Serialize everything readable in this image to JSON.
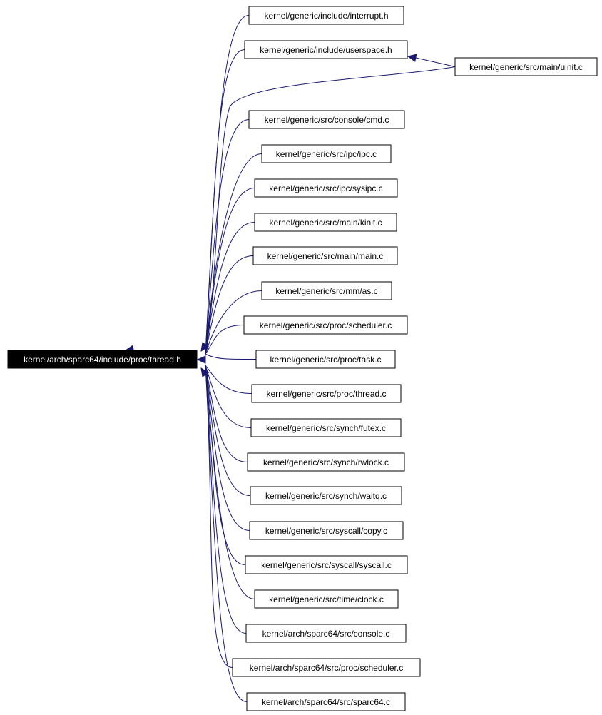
{
  "graph": {
    "root": "kernel/arch/sparc64/include/proc/thread.h",
    "includers": [
      "kernel/generic/include/interrupt.h",
      "kernel/generic/include/userspace.h",
      "kernel/generic/src/console/cmd.c",
      "kernel/generic/src/ipc/ipc.c",
      "kernel/generic/src/ipc/sysipc.c",
      "kernel/generic/src/main/kinit.c",
      "kernel/generic/src/main/main.c",
      "kernel/generic/src/mm/as.c",
      "kernel/generic/src/proc/scheduler.c",
      "kernel/generic/src/proc/task.c",
      "kernel/generic/src/proc/thread.c",
      "kernel/generic/src/synch/futex.c",
      "kernel/generic/src/synch/rwlock.c",
      "kernel/generic/src/synch/waitq.c",
      "kernel/generic/src/syscall/copy.c",
      "kernel/generic/src/syscall/syscall.c",
      "kernel/generic/src/time/clock.c",
      "kernel/arch/sparc64/src/console.c",
      "kernel/arch/sparc64/src/proc/scheduler.c",
      "kernel/arch/sparc64/src/sparc64.c"
    ],
    "secondary": "kernel/generic/src/main/uinit.c",
    "colors": {
      "edge": "#191970",
      "root_fill": "#000000",
      "root_text": "#ffffff"
    }
  }
}
